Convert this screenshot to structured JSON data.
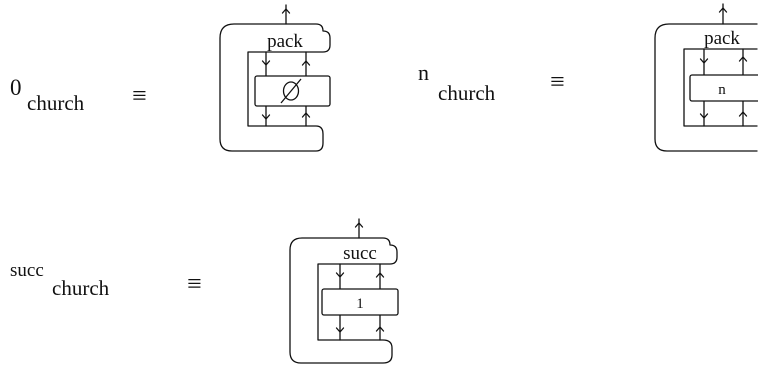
{
  "definitions": [
    {
      "term": {
        "base": "0",
        "subscript": "church"
      },
      "equiv": "≡",
      "node_label": "pack",
      "box_label": "∅",
      "box_kind": "emptyset"
    },
    {
      "term": {
        "base": "n",
        "subscript": "church"
      },
      "equiv": "≡",
      "node_label": "pack",
      "box_label": "n",
      "box_kind": "text"
    },
    {
      "term": {
        "base": "succ",
        "subscript": "church"
      },
      "equiv": "≡",
      "node_label": "succ",
      "box_label": "1",
      "box_kind": "text"
    }
  ]
}
